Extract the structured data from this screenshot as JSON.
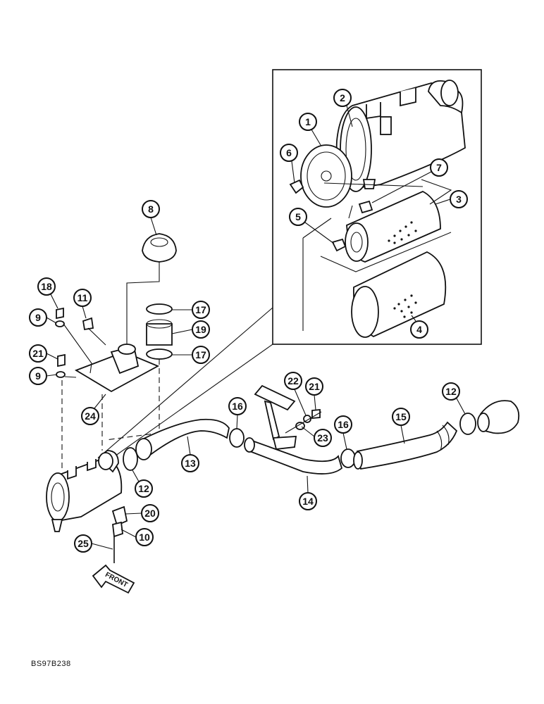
{
  "callouts": [
    "1",
    "2",
    "3",
    "4",
    "5",
    "6",
    "7",
    "8",
    "9",
    "9",
    "10",
    "11",
    "12",
    "12",
    "13",
    "14",
    "15",
    "16",
    "16",
    "17",
    "17",
    "18",
    "19",
    "20",
    "21",
    "21",
    "22",
    "23",
    "24",
    "25"
  ],
  "front_label": "FRONT",
  "drawing_code": "BS97B238"
}
